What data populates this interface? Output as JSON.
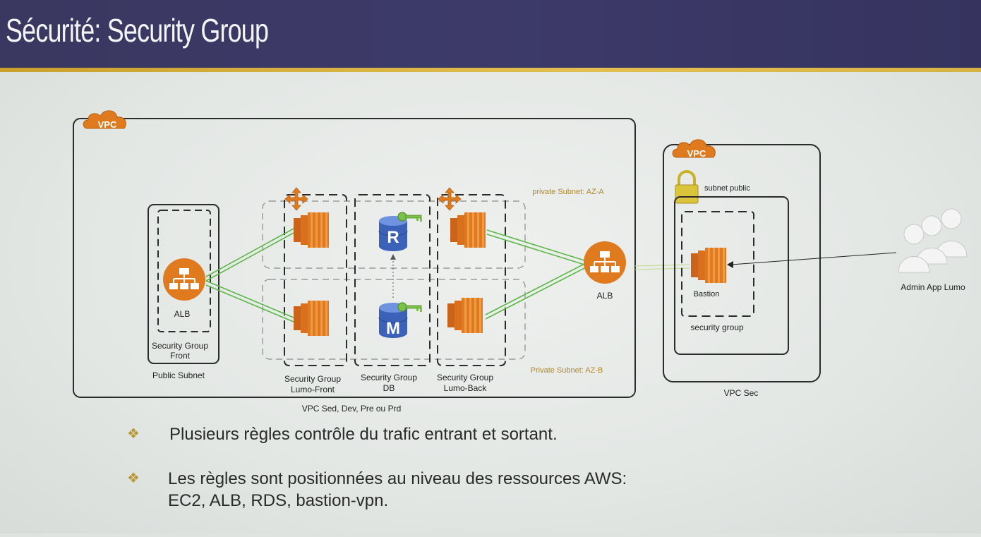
{
  "slide": {
    "title": "Sécurité: Security Group"
  },
  "diagram": {
    "vpc_main": {
      "badge": "VPC",
      "caption": "VPC Sed, Dev, Pre ou Prd"
    },
    "public_subnet": {
      "caption": "Public Subnet",
      "alb_label": "ALB",
      "sg_front_line1": "Security Group",
      "sg_front_line2": "Front"
    },
    "private_subnet_a": "private Subnet: AZ-A",
    "private_subnet_b": "Private Subnet: AZ-B",
    "sg_lumo_front": {
      "line1": "Security Group",
      "line2": "Lumo-Front"
    },
    "sg_db": {
      "line1": "Security Group",
      "line2": "DB"
    },
    "sg_lumo_back": {
      "line1": "Security Group",
      "line2": "Lumo-Back"
    },
    "db_replica_letter": "R",
    "db_master_letter": "M",
    "alb_internal_label": "ALB",
    "vpc_sec": {
      "badge": "VPC",
      "caption": "VPC Sec",
      "subnet_label": "subnet public",
      "bastion_label": "Bastion",
      "sg_label": "security group"
    },
    "admin_label": "Admin App Lumo",
    "colors": {
      "aws_orange": "#e07a1f",
      "link_green": "#5cb848",
      "db_blue": "#3b62b8",
      "key_green": "#7cc14a",
      "subnet_text": "#b0882a"
    },
    "icons": [
      "vpc-cloud-icon",
      "alb-icon",
      "ec2-instance-icon",
      "rds-db-icon",
      "key-icon",
      "autoscaling-icon",
      "lock-icon",
      "users-icon"
    ]
  },
  "bullets": [
    {
      "icon": "❖",
      "text": "Plusieurs règles contrôle du trafic entrant et sortant."
    },
    {
      "icon": "❖",
      "line1": "Les règles sont positionnées au niveau des ressources AWS:",
      "line2": "EC2, ALB, RDS, bastion-vpn."
    }
  ]
}
